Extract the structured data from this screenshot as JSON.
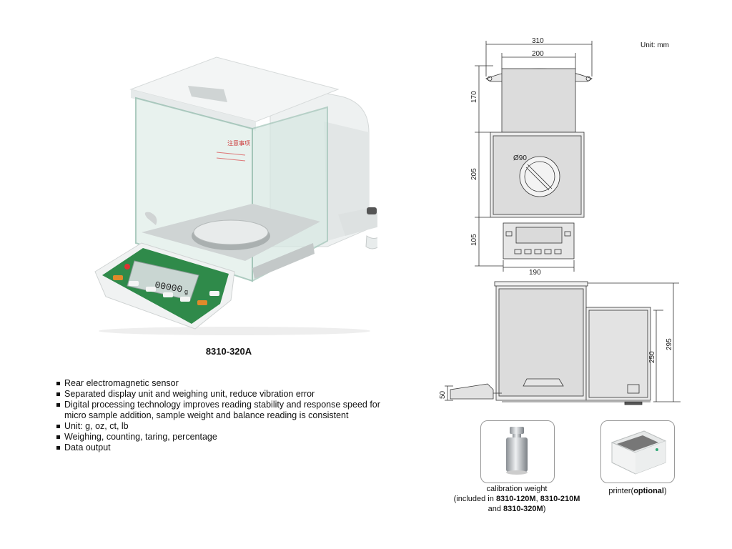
{
  "product": {
    "model": "8310-320A",
    "display_reading": "00000",
    "display_unit": "g",
    "notice_text": "注意事项"
  },
  "features": [
    "Rear electromagnetic sensor",
    "Separated display unit and weighing unit, reduce vibration error",
    "Digital processing technology improves reading stability and response speed for micro sample addition, sample weight and balance reading is consistent",
    "Unit: g, oz, ct, lb",
    "Weighing, counting, taring, percentage",
    "Data output"
  ],
  "drawing": {
    "unit": "Unit: mm",
    "top_view": {
      "width_outer": "310",
      "width_inner": "200",
      "depth_rear": "170",
      "depth_chamber": "205",
      "depth_front": "105",
      "width_front": "190",
      "pan_diameter": "Ø90"
    },
    "side_view": {
      "height_total": "295",
      "height_body": "250",
      "height_display": "50"
    }
  },
  "accessories": {
    "weight": {
      "caption_line1": "calibration weight",
      "caption_prefix": "(included in ",
      "model1": "8310-120M",
      "sep1": ", ",
      "model2": "8310-210M",
      "and_text": "and ",
      "model3": "8310-320M",
      "suffix": ")"
    },
    "printer": {
      "caption_prefix": "printer(",
      "caption_bold": "optional",
      "caption_suffix": ")"
    }
  },
  "colors": {
    "panel_green": "#2f8a4a",
    "glass": "#dcebe6",
    "body": "#e9ecec",
    "lcd": "#c9d6d2"
  }
}
